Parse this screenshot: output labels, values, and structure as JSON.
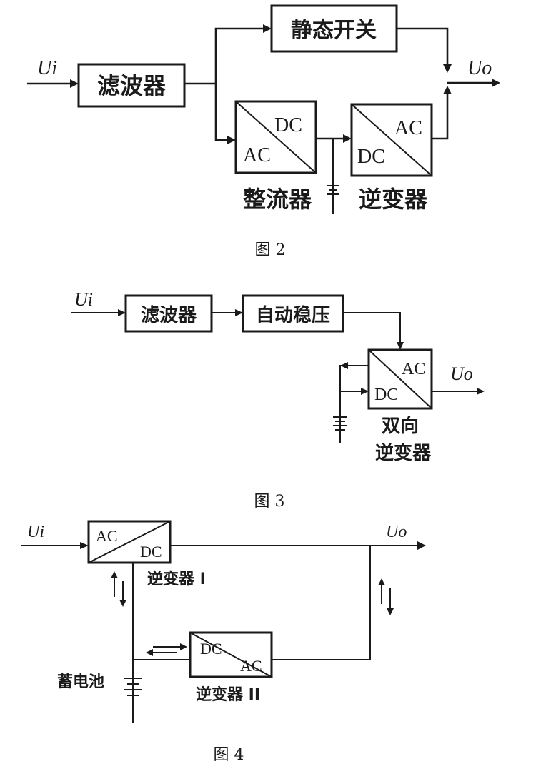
{
  "figure2": {
    "input_label": "Ui",
    "output_label": "Uo",
    "filter": "滤波器",
    "static_switch": "静态开关",
    "rectifier_ac": "AC",
    "rectifier_dc": "DC",
    "inverter_dc": "DC",
    "inverter_ac": "AC",
    "rectifier_label": "整流器",
    "inverter_label": "逆变器",
    "caption": "图 2"
  },
  "figure3": {
    "input_label": "Ui",
    "output_label": "Uo",
    "filter": "滤波器",
    "regulator": "自动稳压",
    "conv_ac": "AC",
    "conv_dc": "DC",
    "label_line1": "双向",
    "label_line2": "逆变器",
    "caption": "图 3"
  },
  "figure4": {
    "input_label": "Ui",
    "output_label": "Uo",
    "inv1_ac": "AC",
    "inv1_dc": "DC",
    "inv1_label": "逆变器 I",
    "inv2_dc": "DC",
    "inv2_ac": "AC",
    "inv2_label": "逆变器 II",
    "battery_label": "蓄电池",
    "caption": "图 4"
  }
}
